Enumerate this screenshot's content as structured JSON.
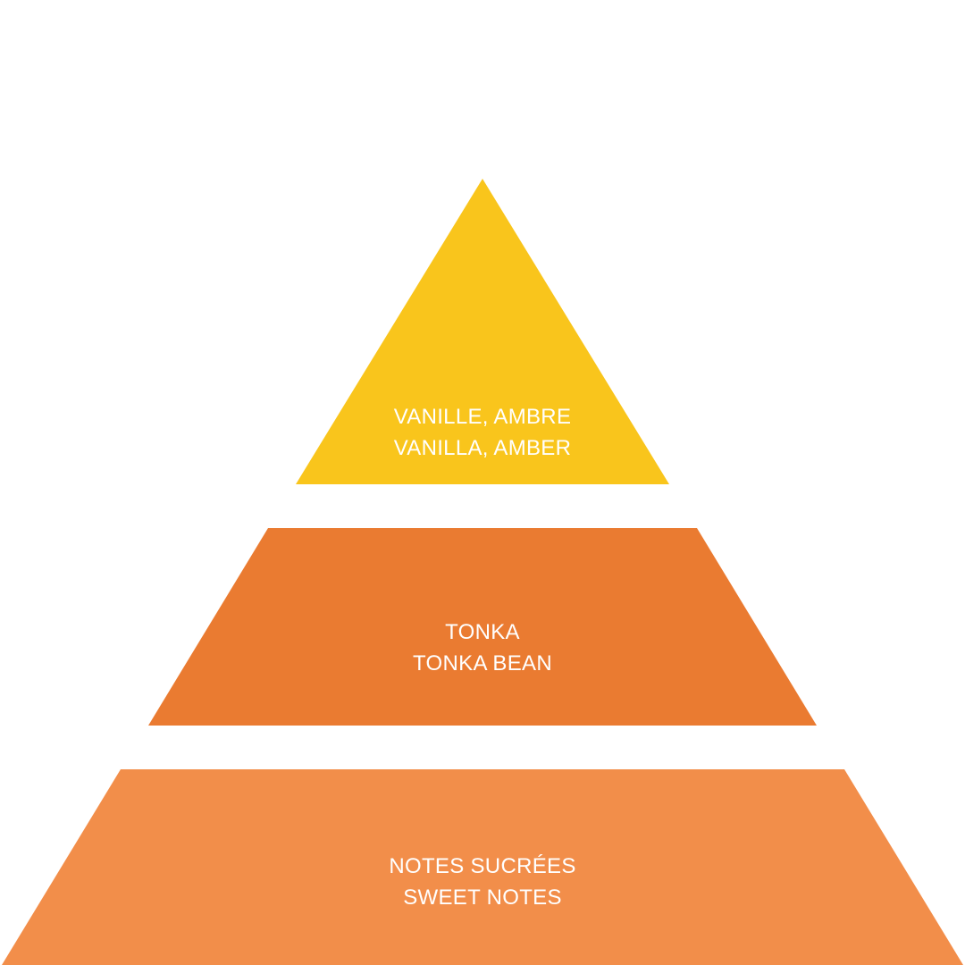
{
  "pyramid": {
    "tiers": [
      {
        "name": "top",
        "color": "#F9C51C",
        "line1": "VANILLE, AMBRE",
        "line2": "VANILLA, AMBER"
      },
      {
        "name": "middle",
        "color": "#EA7B31",
        "line1": "TONKA",
        "line2": "TONKA BEAN"
      },
      {
        "name": "base",
        "color": "#F28E4A",
        "line1": "NOTES SUCRÉES",
        "line2": "SWEET NOTES"
      }
    ]
  }
}
